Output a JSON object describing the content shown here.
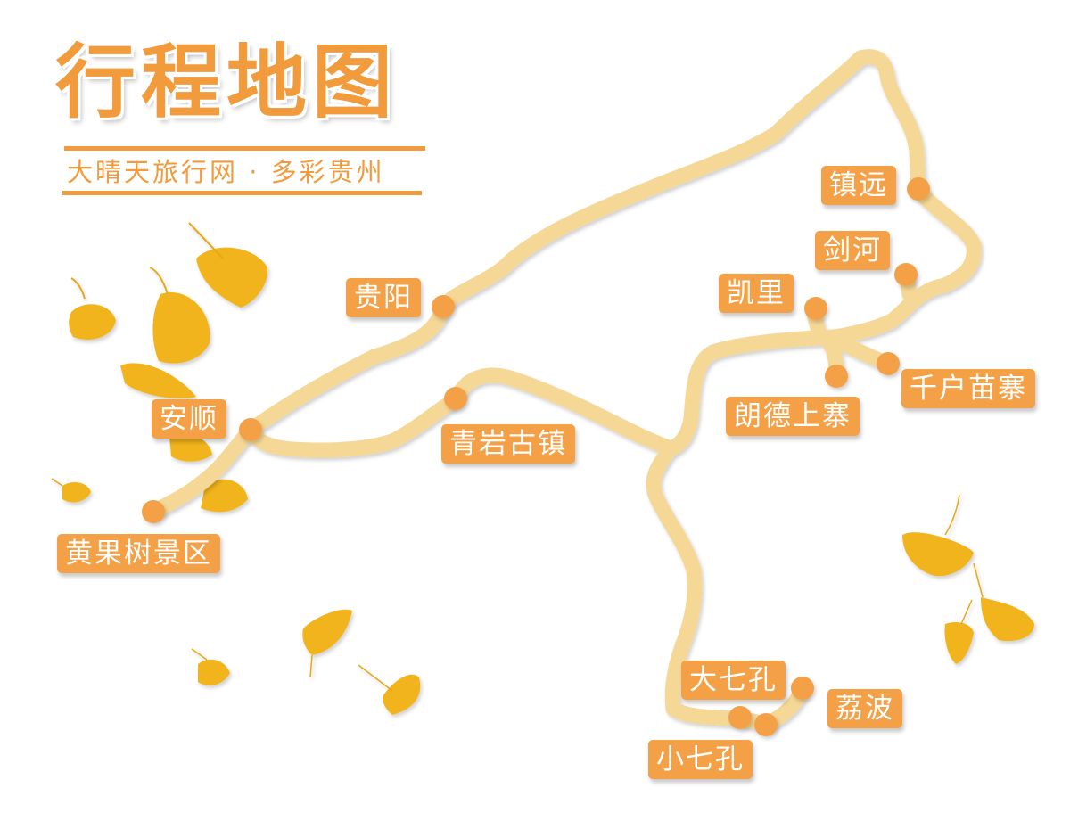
{
  "header": {
    "title": "行程地图",
    "subtitle": "大晴天旅行网 · 多彩贵州"
  },
  "colors": {
    "accent": "#f19b3c",
    "label_bg": "#f3a046",
    "route": "#f5d796",
    "stop_dot": "#f3a046",
    "leaf": "#f2b41c"
  },
  "stops": [
    {
      "id": "zhenyuan",
      "label": "镇远"
    },
    {
      "id": "jianhe",
      "label": "剑河"
    },
    {
      "id": "kaili",
      "label": "凯里"
    },
    {
      "id": "guiyang",
      "label": "贵阳"
    },
    {
      "id": "qianhu",
      "label": "千户苗寨"
    },
    {
      "id": "langde",
      "label": "朗德上寨"
    },
    {
      "id": "anshun",
      "label": "安顺"
    },
    {
      "id": "qingyan",
      "label": "青岩古镇"
    },
    {
      "id": "huangguoshu",
      "label": "黄果树景区"
    },
    {
      "id": "daqikong",
      "label": "大七孔"
    },
    {
      "id": "libo",
      "label": "荔波"
    },
    {
      "id": "xiaoqikong",
      "label": "小七孔"
    }
  ]
}
